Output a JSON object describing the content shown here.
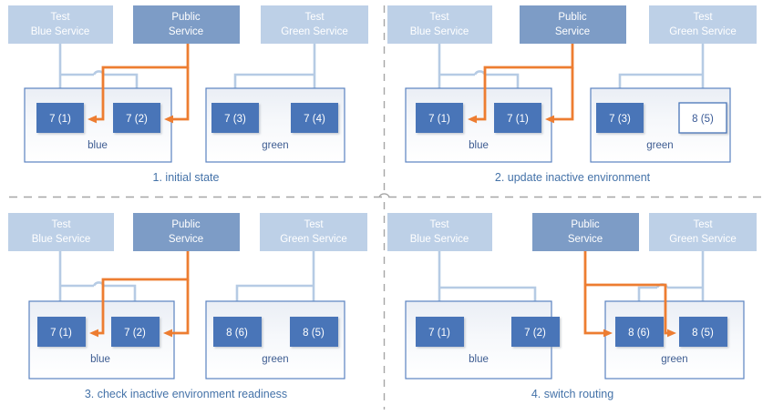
{
  "colors": {
    "test_service_fill": "#bdd0e7",
    "public_service_fill": "#7d9cc6",
    "node_active_fill": "#4874b8",
    "node_inactive_fill": "#ffffff",
    "node_inactive_stroke": "#4874b8",
    "node_inactive_text": "#3a5a96",
    "env_border": "#5b83c0",
    "env_fill": "#f4f6fa",
    "arrow_blue": "#b6cbe4",
    "arrow_orange": "#ed7d31",
    "caption_text": "#4472a8",
    "divider": "#a6a6a6",
    "service_text": "#ffffff",
    "env_text": "#3d5c91"
  },
  "divider": {
    "vertical_label": "vertical-divider",
    "horizontal_label": "horizontal-divider"
  },
  "services": {
    "test_blue": {
      "line1": "Test",
      "line2": "Blue Service"
    },
    "public": {
      "line1": "Public",
      "line2": "Service"
    },
    "test_green": {
      "line1": "Test",
      "line2": "Green Service"
    }
  },
  "environments": {
    "blue_label": "blue",
    "green_label": "green"
  },
  "panels": [
    {
      "id": "panel-1",
      "caption": "1. initial state",
      "blue_nodes": [
        {
          "label": "7 (1)",
          "state": "active"
        },
        {
          "label": "7 (2)",
          "state": "active"
        }
      ],
      "green_nodes": [
        {
          "label": "7 (3)",
          "state": "active"
        },
        {
          "label": "7 (4)",
          "state": "active"
        }
      ],
      "public_routes_to": "blue"
    },
    {
      "id": "panel-2",
      "caption": "2. update inactive environment",
      "blue_nodes": [
        {
          "label": "7 (1)",
          "state": "active"
        },
        {
          "label": "7 (1)",
          "state": "active"
        }
      ],
      "green_nodes": [
        {
          "label": "7 (3)",
          "state": "active"
        },
        {
          "label": "8 (5)",
          "state": "inactive"
        }
      ],
      "public_routes_to": "blue"
    },
    {
      "id": "panel-3",
      "caption": "3. check inactive environment readiness",
      "blue_nodes": [
        {
          "label": "7 (1)",
          "state": "active"
        },
        {
          "label": "7 (2)",
          "state": "active"
        }
      ],
      "green_nodes": [
        {
          "label": "8 (6)",
          "state": "active"
        },
        {
          "label": "8 (5)",
          "state": "active"
        }
      ],
      "public_routes_to": "blue"
    },
    {
      "id": "panel-4",
      "caption": "4. switch routing",
      "blue_nodes": [
        {
          "label": "7 (1)",
          "state": "active"
        },
        {
          "label": "7 (2)",
          "state": "active"
        }
      ],
      "green_nodes": [
        {
          "label": "8 (6)",
          "state": "active"
        },
        {
          "label": "8 (5)",
          "state": "active"
        }
      ],
      "public_routes_to": "green"
    }
  ]
}
